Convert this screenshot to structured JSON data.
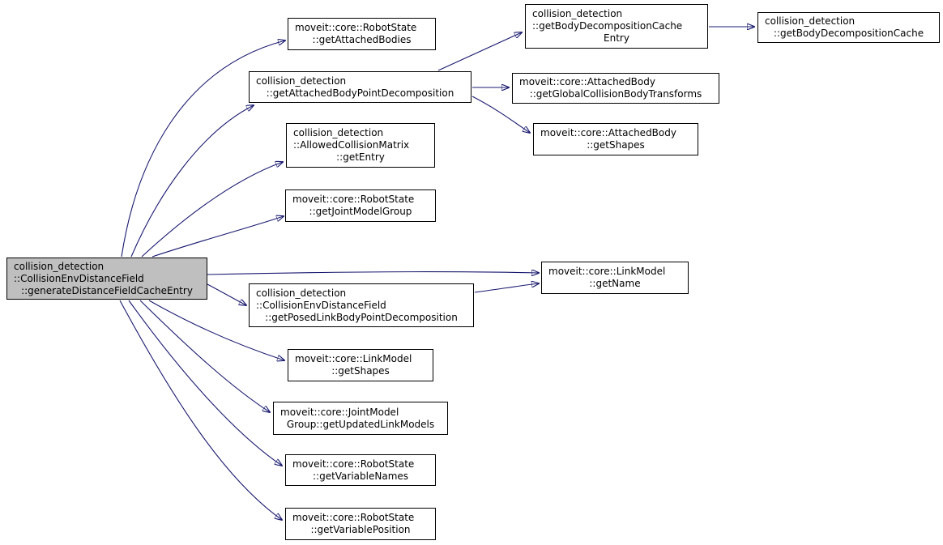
{
  "diagram": {
    "type": "doxygen-call-graph",
    "background_color": "#ffffff",
    "edge_color": "#191970",
    "node_border_color": "#000000",
    "node_fill_color": "#ffffff",
    "highlight_fill_color": "#bfbfbf",
    "nodes": [
      {
        "id": "generateDistanceFieldCacheEntry",
        "highlighted": true,
        "lines": [
          "collision_detection",
          "::CollisionEnvDistanceField",
          "::generateDistanceFieldCacheEntry"
        ]
      },
      {
        "id": "RobotState_getAttachedBodies",
        "highlighted": false,
        "lines": [
          "moveit::core::RobotState",
          "::getAttachedBodies"
        ]
      },
      {
        "id": "getAttachedBodyPointDecomposition",
        "highlighted": false,
        "lines": [
          "collision_detection",
          "::getAttachedBodyPointDecomposition"
        ]
      },
      {
        "id": "AllowedCollisionMatrix_getEntry",
        "highlighted": false,
        "lines": [
          "collision_detection",
          "::AllowedCollisionMatrix",
          "::getEntry"
        ]
      },
      {
        "id": "RobotState_getJointModelGroup",
        "highlighted": false,
        "lines": [
          "moveit::core::RobotState",
          "::getJointModelGroup"
        ]
      },
      {
        "id": "getBodyDecompositionCacheEntry",
        "highlighted": false,
        "lines": [
          "collision_detection",
          "::getBodyDecompositionCache",
          "Entry"
        ]
      },
      {
        "id": "getBodyDecompositionCache",
        "highlighted": false,
        "lines": [
          "collision_detection",
          "::getBodyDecompositionCache"
        ]
      },
      {
        "id": "AttachedBody_getGlobalCollisionBodyTransforms",
        "highlighted": false,
        "lines": [
          "moveit::core::AttachedBody",
          "::getGlobalCollisionBodyTransforms"
        ]
      },
      {
        "id": "AttachedBody_getShapes",
        "highlighted": false,
        "lines": [
          "moveit::core::AttachedBody",
          "::getShapes"
        ]
      },
      {
        "id": "LinkModel_getName",
        "highlighted": false,
        "lines": [
          "moveit::core::LinkModel",
          "::getName"
        ]
      },
      {
        "id": "getPosedLinkBodyPointDecomposition",
        "highlighted": false,
        "lines": [
          "collision_detection",
          "::CollisionEnvDistanceField",
          "::getPosedLinkBodyPointDecomposition"
        ]
      },
      {
        "id": "LinkModel_getShapes",
        "highlighted": false,
        "lines": [
          "moveit::core::LinkModel",
          "::getShapes"
        ]
      },
      {
        "id": "JointModelGroup_getUpdatedLinkModels",
        "highlighted": false,
        "lines": [
          "moveit::core::JointModel",
          "Group::getUpdatedLinkModels"
        ]
      },
      {
        "id": "RobotState_getVariableNames",
        "highlighted": false,
        "lines": [
          "moveit::core::RobotState",
          "::getVariableNames"
        ]
      },
      {
        "id": "RobotState_getVariablePosition",
        "highlighted": false,
        "lines": [
          "moveit::core::RobotState",
          "::getVariablePosition"
        ]
      }
    ],
    "edges": [
      {
        "from": "generateDistanceFieldCacheEntry",
        "to": "RobotState_getAttachedBodies"
      },
      {
        "from": "generateDistanceFieldCacheEntry",
        "to": "getAttachedBodyPointDecomposition"
      },
      {
        "from": "generateDistanceFieldCacheEntry",
        "to": "AllowedCollisionMatrix_getEntry"
      },
      {
        "from": "generateDistanceFieldCacheEntry",
        "to": "RobotState_getJointModelGroup"
      },
      {
        "from": "generateDistanceFieldCacheEntry",
        "to": "LinkModel_getName"
      },
      {
        "from": "generateDistanceFieldCacheEntry",
        "to": "getPosedLinkBodyPointDecomposition"
      },
      {
        "from": "generateDistanceFieldCacheEntry",
        "to": "LinkModel_getShapes"
      },
      {
        "from": "generateDistanceFieldCacheEntry",
        "to": "JointModelGroup_getUpdatedLinkModels"
      },
      {
        "from": "generateDistanceFieldCacheEntry",
        "to": "RobotState_getVariableNames"
      },
      {
        "from": "generateDistanceFieldCacheEntry",
        "to": "RobotState_getVariablePosition"
      },
      {
        "from": "getAttachedBodyPointDecomposition",
        "to": "getBodyDecompositionCacheEntry"
      },
      {
        "from": "getAttachedBodyPointDecomposition",
        "to": "AttachedBody_getGlobalCollisionBodyTransforms"
      },
      {
        "from": "getAttachedBodyPointDecomposition",
        "to": "AttachedBody_getShapes"
      },
      {
        "from": "getBodyDecompositionCacheEntry",
        "to": "getBodyDecompositionCache"
      },
      {
        "from": "getPosedLinkBodyPointDecomposition",
        "to": "LinkModel_getName"
      }
    ]
  }
}
